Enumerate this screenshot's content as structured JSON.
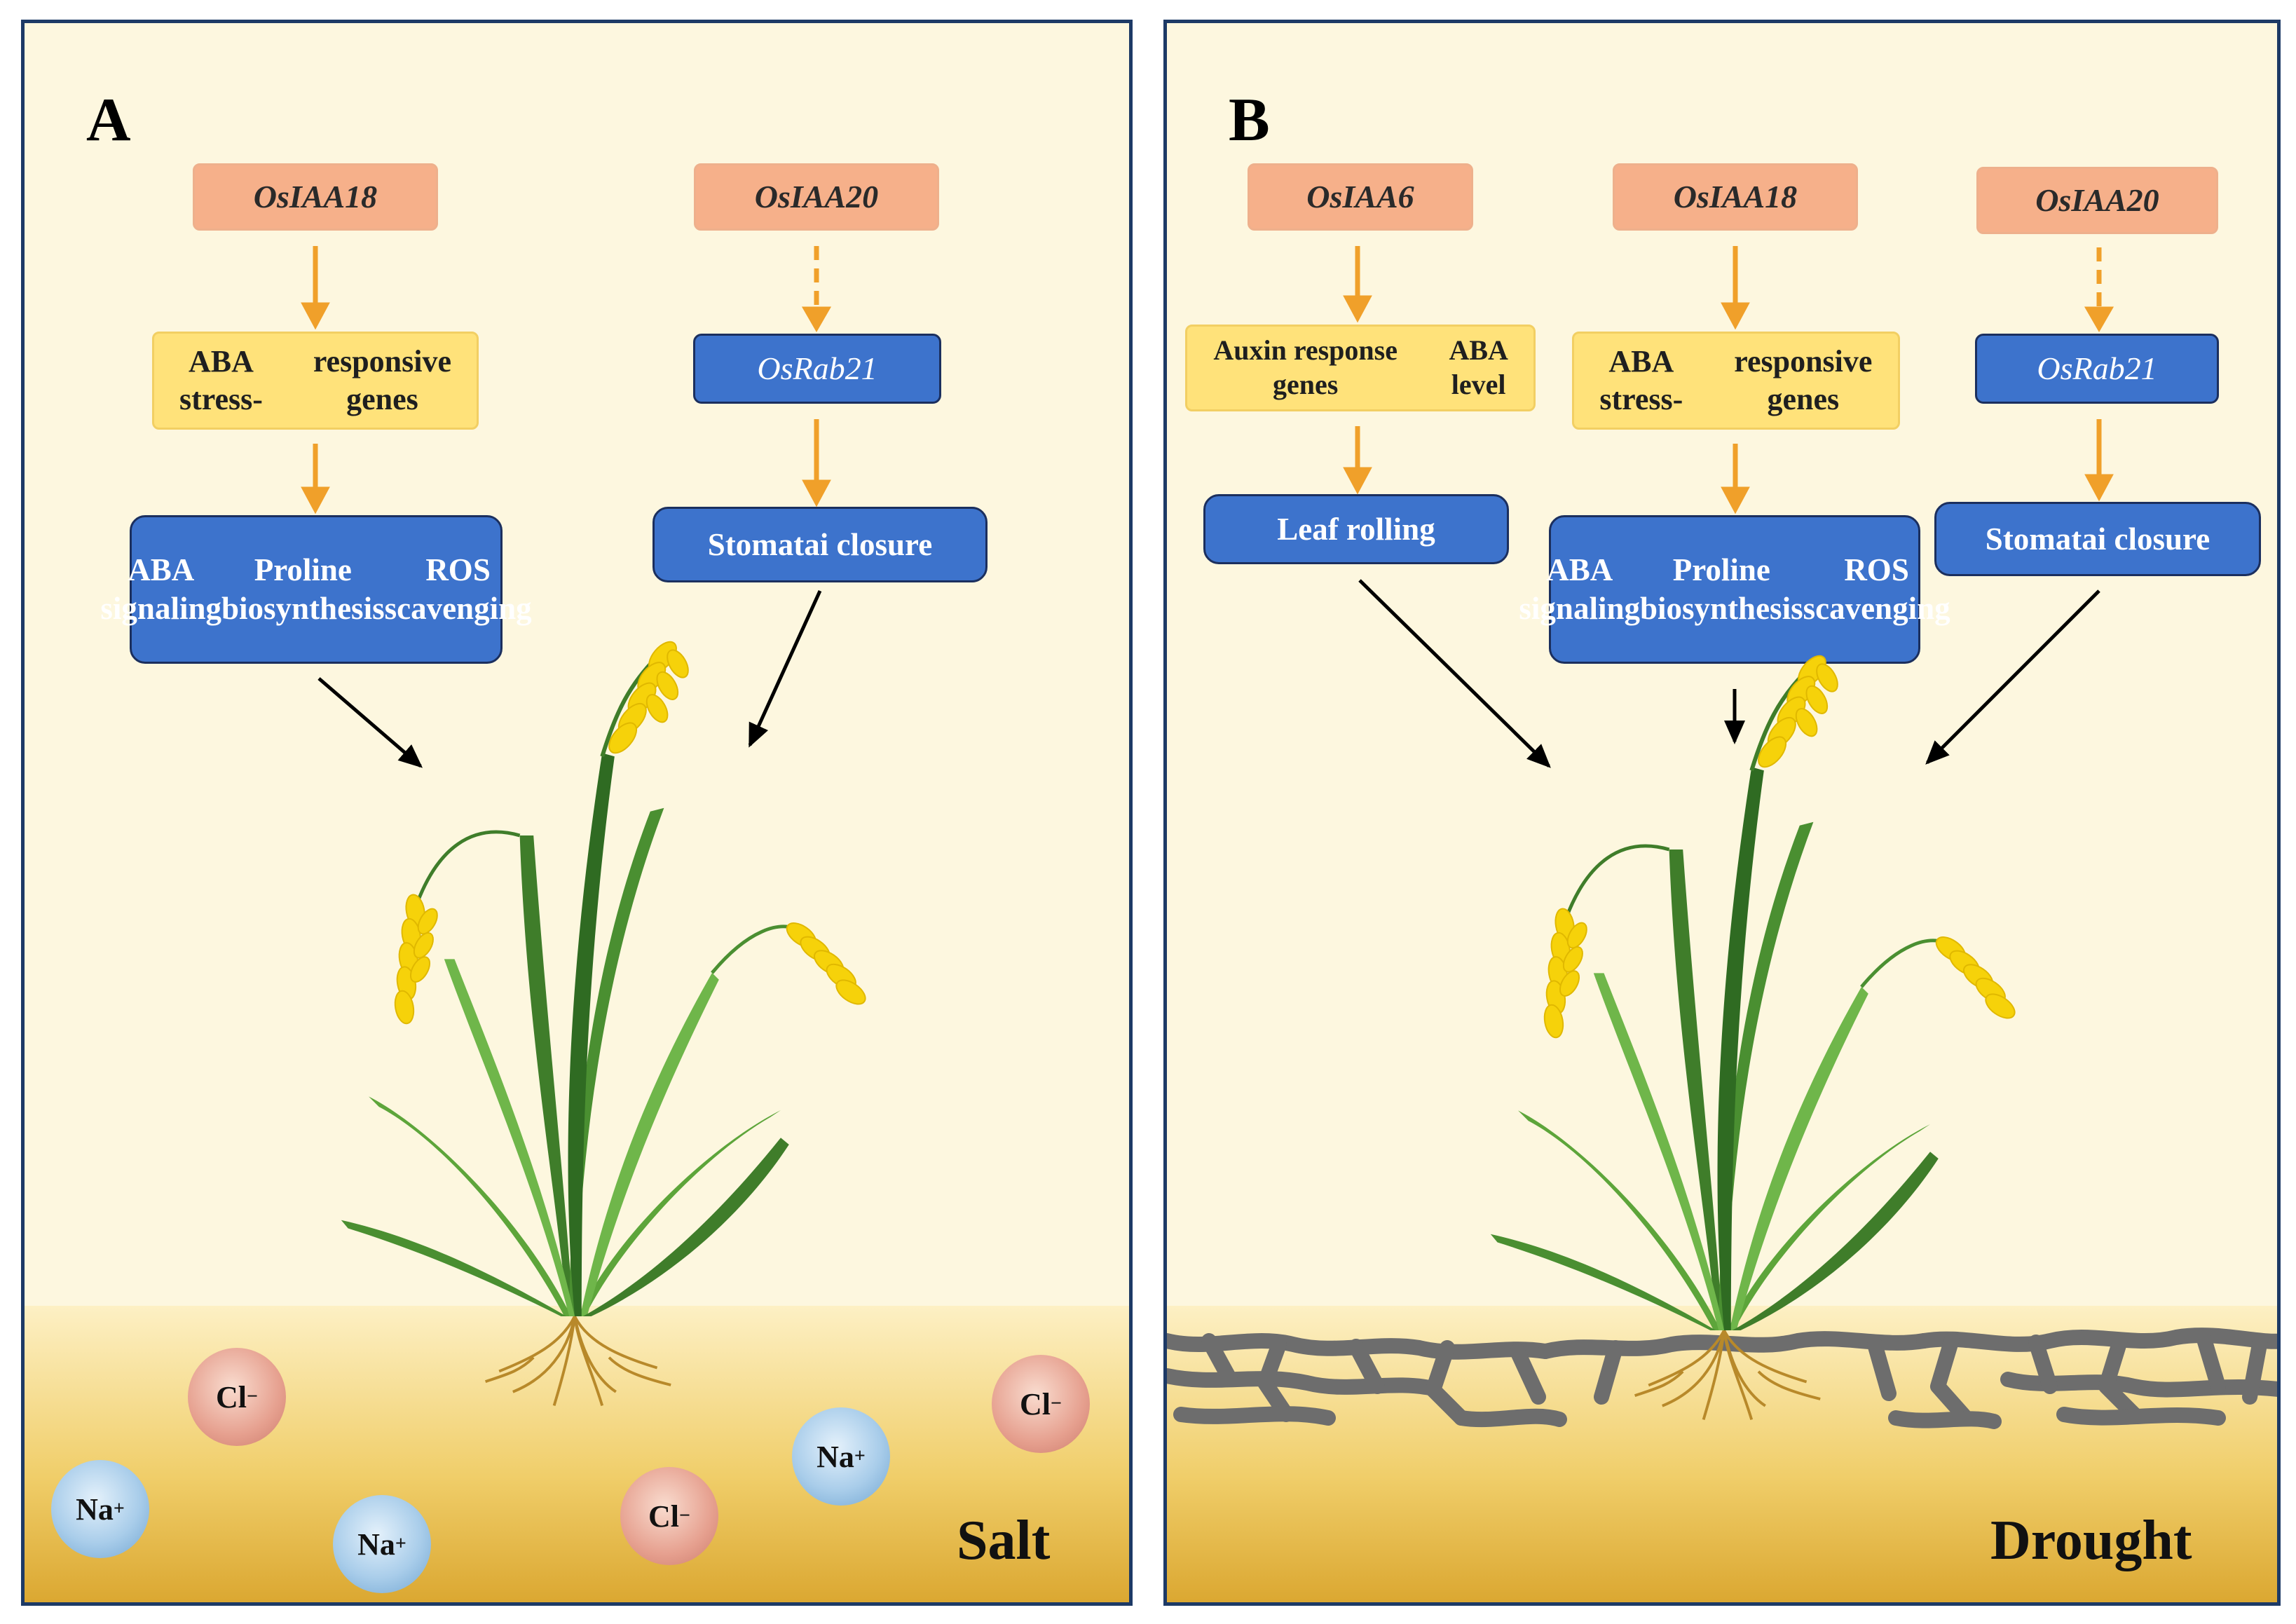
{
  "panel_a": {
    "letter": "A",
    "genes": [
      "OsIAA18",
      "OsIAA20"
    ],
    "aba_genes": [
      "ABA stress-",
      "responsive genes"
    ],
    "rab": "OsRab21",
    "outcome_left": [
      "ABA signaling",
      "Proline biosynthesis",
      "ROS scavenging"
    ],
    "outcome_right": "Stomatai closure",
    "condition": "Salt",
    "ions": {
      "cl": "Cl",
      "cl_charge": "−",
      "na": "Na",
      "na_charge": "+"
    }
  },
  "panel_b": {
    "letter": "B",
    "genes": [
      "OsIAA6",
      "OsIAA18",
      "OsIAA20"
    ],
    "auxin_genes": [
      "Auxin response genes",
      "ABA level"
    ],
    "aba_genes": [
      "ABA stress-",
      "responsive genes"
    ],
    "rab": "OsRab21",
    "outcome_left": "Leaf rolling",
    "outcome_mid": [
      "ABA signaling",
      "Proline biosynthesis",
      "ROS scavenging"
    ],
    "outcome_right": "Stomatai closure",
    "condition": "Drought"
  },
  "colors": {
    "gene_box": "#f6b08a",
    "response_box": "#ffe27a",
    "blue_box": "#3d73cc",
    "arrow_orange": "#f0a02a",
    "background": "#fdf7df"
  },
  "icons": [
    "rice-plant-icon",
    "soil-icon",
    "cracked-soil-icon",
    "ion-icon"
  ]
}
